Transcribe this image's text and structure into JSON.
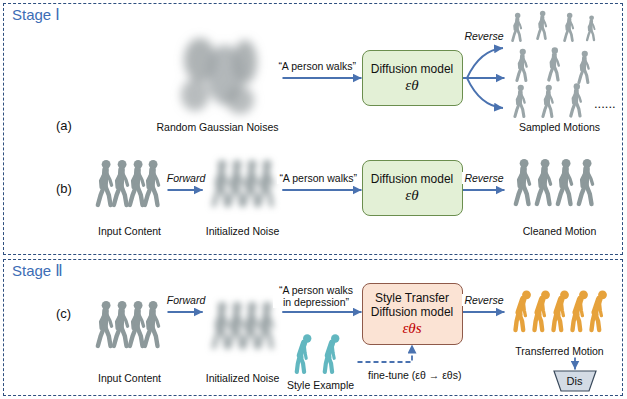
{
  "diagram": {
    "nodes": [
      {
        "text": [
          "Stage Ⅰ"
        ]
      },
      {
        "text": [
          "Random Gaussian Noises"
        ],
        "in": 0
      },
      {
        "text": [
          "Diffusion model",
          "εθ"
        ],
        "in": 0
      },
      {
        "text": [
          "Sampled Motions"
        ],
        "in": 0
      },
      {
        "text": [
          "Input Content"
        ],
        "in": 0
      },
      {
        "text": [
          "Initialized Noise"
        ],
        "in": 0
      },
      {
        "text": [
          "Diffusion model",
          "εθ"
        ],
        "in": 0
      },
      {
        "text": [
          "Cleaned Motion"
        ],
        "in": 0
      },
      {
        "text": [
          "Stage Ⅱ"
        ]
      },
      {
        "text": [
          "Input Content"
        ],
        "in": 8
      },
      {
        "text": [
          "Initialized Noise"
        ],
        "in": 8
      },
      {
        "text": [
          "Style Transfer Diffusion model",
          "εθs"
        ],
        "in": 8
      },
      {
        "text": [
          "Transferred Motion"
        ],
        "in": 8
      },
      {
        "text": [
          "Dis"
        ],
        "in": 8
      },
      {
        "text": [
          "Style Example"
        ],
        "in": 8
      }
    ],
    "edges": [
      {
        "from": 1,
        "to": 2,
        "arrow": "to",
        "label": "“A person walks”"
      },
      {
        "from": 2,
        "to": 3,
        "arrow": "to",
        "label": "Reverse"
      },
      {
        "from": 4,
        "to": 5,
        "arrow": "to",
        "label": "Forward"
      },
      {
        "from": 5,
        "to": 6,
        "arrow": "to",
        "label": "“A person walks”"
      },
      {
        "from": 6,
        "to": 7,
        "arrow": "to",
        "label": "Reverse"
      },
      {
        "from": 9,
        "to": 10,
        "arrow": "to",
        "label": "Forward"
      },
      {
        "from": 10,
        "to": 11,
        "arrow": "to",
        "label": "“A person walks in depression”"
      },
      {
        "from": 11,
        "to": 12,
        "arrow": "to",
        "label": "Reverse"
      },
      {
        "from": 12,
        "to": 13,
        "arrow": "to"
      },
      {
        "from": 14,
        "to": 11,
        "arrow": "to",
        "label": "fine-tune (εθ → εθs)"
      }
    ],
    "labels": [
      "(a)",
      "(b)",
      "(c)",
      "......"
    ]
  }
}
